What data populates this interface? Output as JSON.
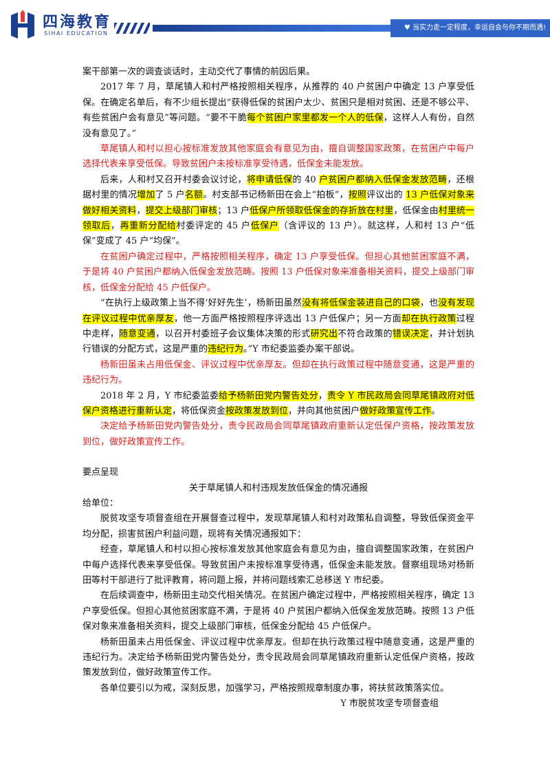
{
  "header": {
    "logo_name": "四海教育",
    "logo_sub": "SIHAI EDUCATION",
    "slogan": "♥ 当实力走一定程度，幸运自会与你不期而遇!",
    "brand_color": "#1d3f8f"
  },
  "paragraphs": [
    {
      "id": "p1",
      "indent": false,
      "red": false,
      "segments": [
        {
          "t": "案干部第一次的调查谈话时，主动交代了事情的前因后果。"
        }
      ]
    },
    {
      "id": "p2",
      "indent": true,
      "red": false,
      "segments": [
        {
          "t": "2017 年 7 月，草尾镇人和村严格按照相关程序，从推荐的 40 户贫困户中确定 13 户享受低保。在确定名单后，有不少组长提出“获得低保的贫困户太少、贫困只是相对贫困、还是不够公平、有些贫困户会有意见”等问题。“要不干脆"
        },
        {
          "t": "每个贫困户家里都发一个人的低保",
          "hl": true
        },
        {
          "t": "，这样人人有份，自然没有意见了。”"
        }
      ]
    },
    {
      "id": "p3",
      "indent": true,
      "red": true,
      "segments": [
        {
          "t": "草尾镇人和村以担心按标准发放其他家庭会有意见为由，擅自调整国家政策，在贫困户中每户选择代表来享受低保。导致贫困户未按标准享受待遇，低保金未能发放。"
        }
      ]
    },
    {
      "id": "p4",
      "indent": true,
      "red": false,
      "segments": [
        {
          "t": "后来，人和村又召开村委会议讨论，"
        },
        {
          "t": "将申请低保",
          "hl": true
        },
        {
          "t": "的 40 "
        },
        {
          "t": "户贫困户都纳入低保金发放范畴",
          "hl": true
        },
        {
          "t": "，还根据村里的情况"
        },
        {
          "t": "增加",
          "hl": true
        },
        {
          "t": "了 5 户"
        },
        {
          "t": "名额",
          "hl": true
        },
        {
          "t": "。村支部书记杨新田在会上“拍板”，"
        },
        {
          "t": "按照",
          "hl": true
        },
        {
          "t": "评议出的 "
        },
        {
          "t": "13 户低保对象来做好相关资料",
          "hl": true
        },
        {
          "t": "，"
        },
        {
          "t": "提交上级部门审核",
          "hl": true
        },
        {
          "t": "；13 户"
        },
        {
          "t": "低保户所领取低保金的存折放在村里",
          "hl": true
        },
        {
          "t": "，低保金由"
        },
        {
          "t": "村里统一领取后",
          "hl": true
        },
        {
          "t": "，"
        },
        {
          "t": "再重新分配给",
          "hl": true
        },
        {
          "t": "村委评定的 45 户"
        },
        {
          "t": "低保户",
          "hl": true
        },
        {
          "t": "（含评议的 13 户）。就这样，人和村 13 户“低保”变成了 45 户“均保”。"
        }
      ]
    },
    {
      "id": "p5",
      "indent": true,
      "red": true,
      "segments": [
        {
          "t": "在贫困户确定过程中，严格按照相关程序，确定 13 户享受低保。但担心其他贫困家庭不满，于是将 40 户贫困户都纳入低保金发放范畴。按照 13 户低保对象来准备相关资料，提交上级部门审核，低保金分配给 45 户低保户。"
        }
      ]
    },
    {
      "id": "p6",
      "indent": true,
      "red": false,
      "segments": [
        {
          "t": "“在执行上级政策上当不得‘好好先生’，杨新田虽然"
        },
        {
          "t": "没有将低保金装进自己的口袋",
          "hl": true
        },
        {
          "t": "，也"
        },
        {
          "t": "没有发现在评议过程中优亲厚友",
          "hl": true
        },
        {
          "t": "，他一方面严格按照程序评选出 13 户低保户；另一方面"
        },
        {
          "t": "却在执行政策",
          "hl": true
        },
        {
          "t": "过程中走样，"
        },
        {
          "t": "随意变通",
          "hl": true
        },
        {
          "t": "，以召开村委班子会议集体决策的形式"
        },
        {
          "t": "研究出",
          "hl": true
        },
        {
          "t": "不符合政策的"
        },
        {
          "t": "错误决定",
          "hl": true
        },
        {
          "t": "，并计划执行错误的分配方式，这是严重的"
        },
        {
          "t": "违纪行为",
          "hl": true
        },
        {
          "t": "。”Y 市纪委监委办案干部说。"
        }
      ]
    },
    {
      "id": "p7",
      "indent": true,
      "red": true,
      "segments": [
        {
          "t": "杨新田虽未占用低保金、评议过程中优亲厚友。但却在执行政策过程中随意变通，这是严重的违纪行为。"
        }
      ]
    },
    {
      "id": "p8",
      "indent": true,
      "red": false,
      "segments": [
        {
          "t": "2018 年 2 月，Y 市纪委监委"
        },
        {
          "t": "给予杨新田党内警告处分",
          "hl": true
        },
        {
          "t": "，"
        },
        {
          "t": "责令 Y 市民政局会同草尾镇政府对低保户资格进行重新认定",
          "hl": true
        },
        {
          "t": "，将低保资金"
        },
        {
          "t": "按政策发放到位",
          "hl": true
        },
        {
          "t": "，并向其他贫困户"
        },
        {
          "t": "做好政策宣传工作",
          "hl": true
        },
        {
          "t": "。"
        }
      ]
    },
    {
      "id": "p9",
      "indent": true,
      "red": true,
      "segments": [
        {
          "t": "决定给予杨新田党内警告处分，责令民政局会同草尾镇政府重新认定低保户资格，按政策发放到位，做好政策宣传工作。"
        }
      ]
    }
  ],
  "section_label": "要点呈现",
  "notice": {
    "title": "关于草尾镇人和村违规发放低保金的情况通报",
    "salutation": "给单位：",
    "paragraphs": [
      "脱贫攻坚专项督查组在开展督查过程中，发现草尾镇人和村对政策私自调整，导致低保资金平均分配，损害贫困户利益问题，现将有关情况通报如下：",
      "经查，草尾镇人和村以担心按标准发放其他家庭会有意见为由，擅自调整国家政策，在贫困户中每户选择代表来享受低保。导致贫困户未按标准享受待遇，低保金未能发放。督察组现场对杨新田等村干部进行了批评教育，将问题上报，并将问题线索汇总移送 Y 市纪委。",
      "在后续调查中，杨新田主动交代相关情况。在贫困户确定过程中，严格按照相关程序，确定 13 户享受低保。但担心其他贫困家庭不满，于是将 40 户贫困户都纳入低保金发放范畴。按照 13 户低保对象来准备相关资料，提交上级部门审核，低保金分配给 45 户低保户。",
      "杨新田虽未占用低保金、评议过程中优亲厚友。但却在执行政策过程中随意变通，这是严重的违纪行为。决定给予杨新田党内警告处分，责令民政局会同草尾镇政府重新认定低保户资格，按政策发放到位，做好政策宣传工作。",
      "各单位要引以为戒，深刻反思，加强学习，严格按照规章制度办事，将扶贫政策落实位。"
    ],
    "signature": "Y 市脱贫攻坚专项督查组"
  }
}
